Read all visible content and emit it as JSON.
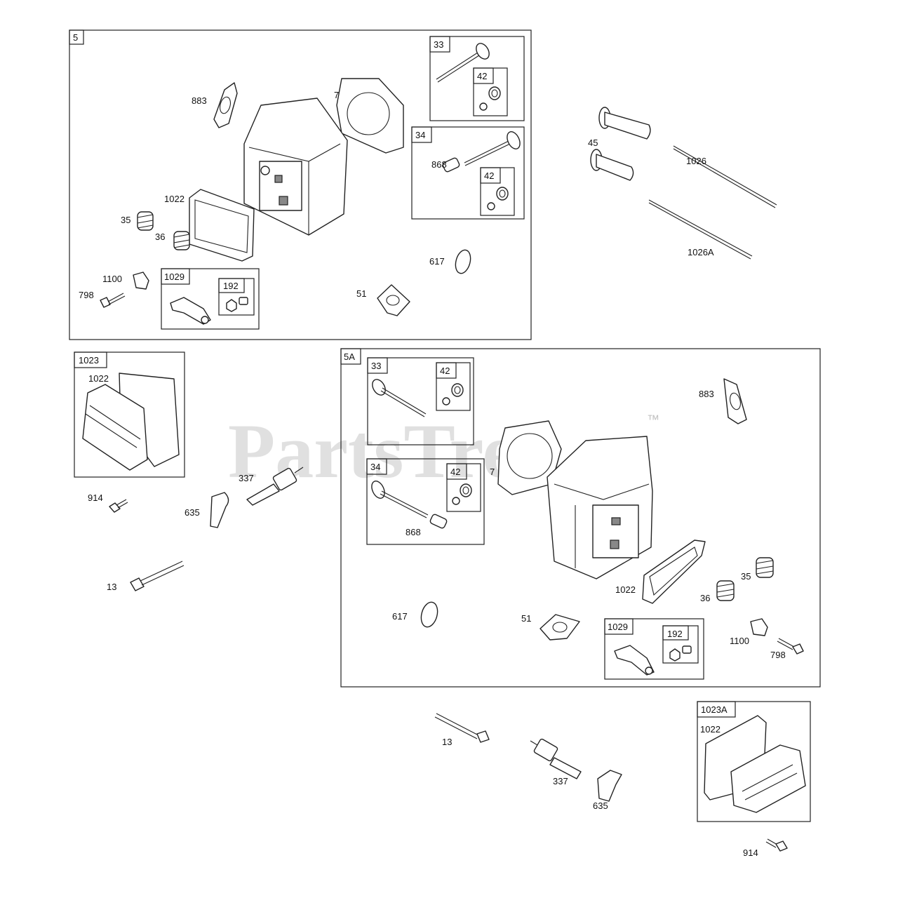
{
  "watermark": {
    "text": "PartsTree",
    "trademark": "™"
  },
  "groups": {
    "g5": "5",
    "g5_33": "33",
    "g5_42a": "42",
    "g5_34": "34",
    "g5_42b": "42",
    "g5_1029": "1029",
    "g5_192": "192",
    "g1023": "1023",
    "g5A": "5A",
    "g5A_33": "33",
    "g5A_42a": "42",
    "g5A_34": "34",
    "g5A_42b": "42",
    "g5A_1029": "1029",
    "g5A_192": "192",
    "g1023A": "1023A"
  },
  "labels": {
    "l883a": "883",
    "l7a": "7",
    "l868a": "868",
    "l1022a": "1022",
    "l35a": "35",
    "l36a": "36",
    "l1100a": "1100",
    "l798a": "798",
    "l617a": "617",
    "l51a": "51",
    "l45": "45",
    "l1026": "1026",
    "l1026A": "1026A",
    "l1022b": "1022",
    "l914a": "914",
    "l337a": "337",
    "l635a": "635",
    "l13a": "13",
    "l883b": "883",
    "l7b": "7",
    "l868b": "868",
    "l1022c": "1022",
    "l35b": "35",
    "l36b": "36",
    "l617b": "617",
    "l51b": "51",
    "l1100b": "1100",
    "l798b": "798",
    "l13b": "13",
    "l337b": "337",
    "l635b": "635",
    "l1022d": "1022",
    "l914b": "914"
  }
}
